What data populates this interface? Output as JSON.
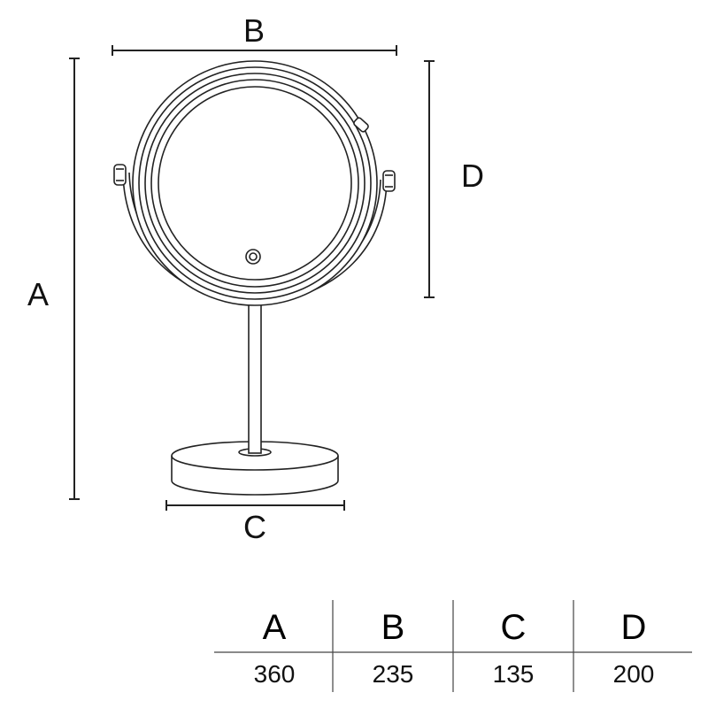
{
  "dimension_labels": {
    "a": "A",
    "b": "B",
    "c": "C",
    "d": "D"
  },
  "table": {
    "headers": [
      "A",
      "B",
      "C",
      "D"
    ],
    "values": [
      "360",
      "235",
      "135",
      "200"
    ]
  },
  "colors": {
    "line": "#222222"
  }
}
